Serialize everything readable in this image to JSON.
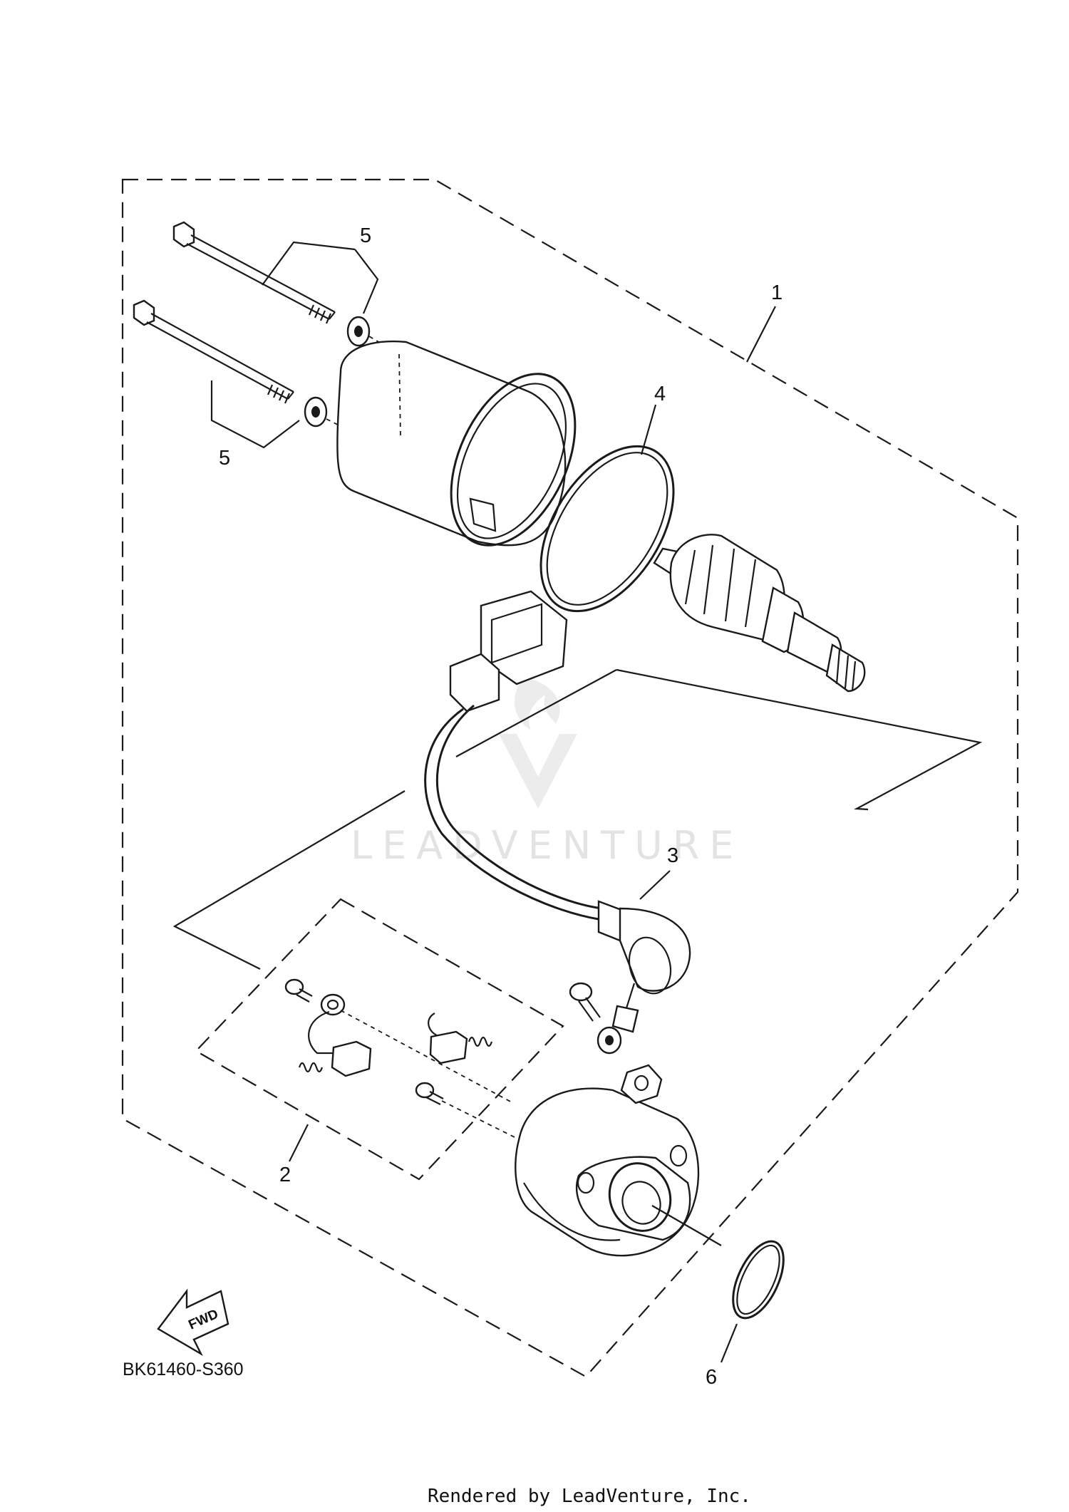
{
  "diagram": {
    "callouts": {
      "starter_motor": "1",
      "brush_set": "2",
      "lead_wire": "3",
      "yoke_o_ring": "4",
      "bolt_washer_top": "5",
      "bolt_washer_bottom": "5",
      "cover_o_ring": "6"
    },
    "diagram_code": "BK61460-S360",
    "forward_marker": "FWD",
    "watermark_text": "LEADVENTURE",
    "footer_credit": "Rendered by LeadVenture, Inc."
  }
}
